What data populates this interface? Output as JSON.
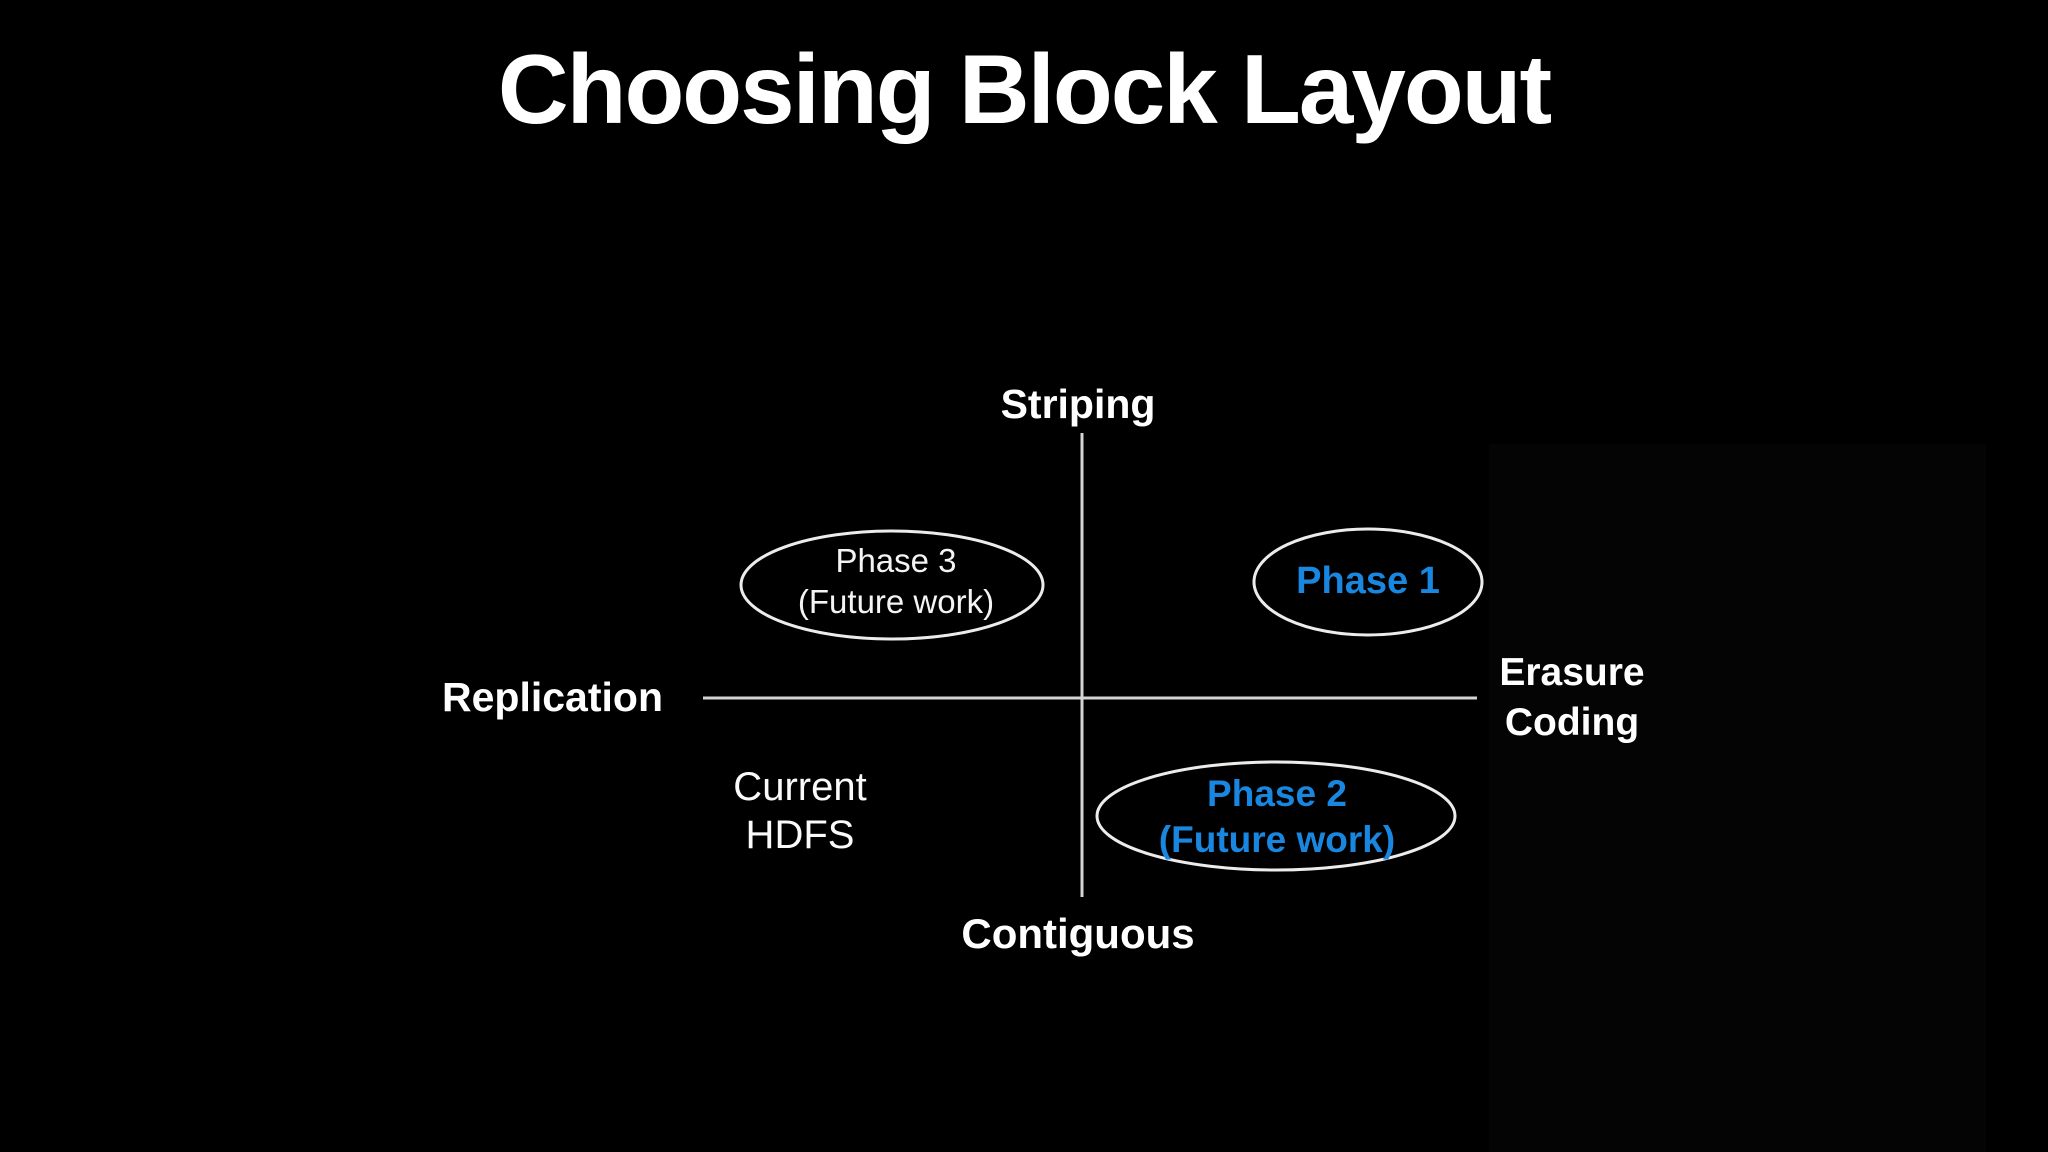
{
  "slide": {
    "title": "Choosing Block Layout"
  },
  "diagram": {
    "axes": {
      "top": "Striping",
      "bottom": "Contiguous",
      "left": "Replication",
      "right": [
        "Erasure",
        "Coding"
      ]
    },
    "items": {
      "phase3": {
        "lines": [
          "Phase 3",
          "(Future work)"
        ],
        "text_color": "#f4f4f4",
        "ellipse": true
      },
      "phase1": {
        "lines": [
          "Phase 1"
        ],
        "text_color": "#1987e0",
        "ellipse": true
      },
      "current_hdfs": {
        "lines": [
          "Current",
          "HDFS"
        ],
        "text_color": "#fafafa",
        "ellipse": false
      },
      "phase2": {
        "lines": [
          "Phase 2",
          "(Future work)"
        ],
        "text_color": "#1987e0",
        "ellipse": true
      }
    },
    "colors": {
      "background": "#000000",
      "accent_blue": "#1987e0",
      "axis_line": "#d4d4d4",
      "ellipse_stroke": "#ececec",
      "title_color": "#ffffff"
    }
  }
}
